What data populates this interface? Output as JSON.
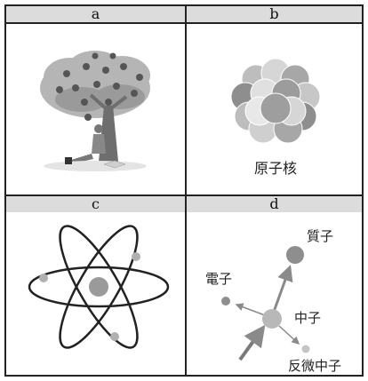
{
  "panels": {
    "a": {
      "label": "a"
    },
    "b": {
      "label": "b",
      "caption": "原子核"
    },
    "c": {
      "label": "c"
    },
    "d": {
      "label": "d",
      "proton": "質子",
      "electron": "電子",
      "neutron": "中子",
      "antineutrino": "反微中子"
    }
  },
  "colors": {
    "header_bg": "#dcdcdc",
    "border": "#222222"
  }
}
